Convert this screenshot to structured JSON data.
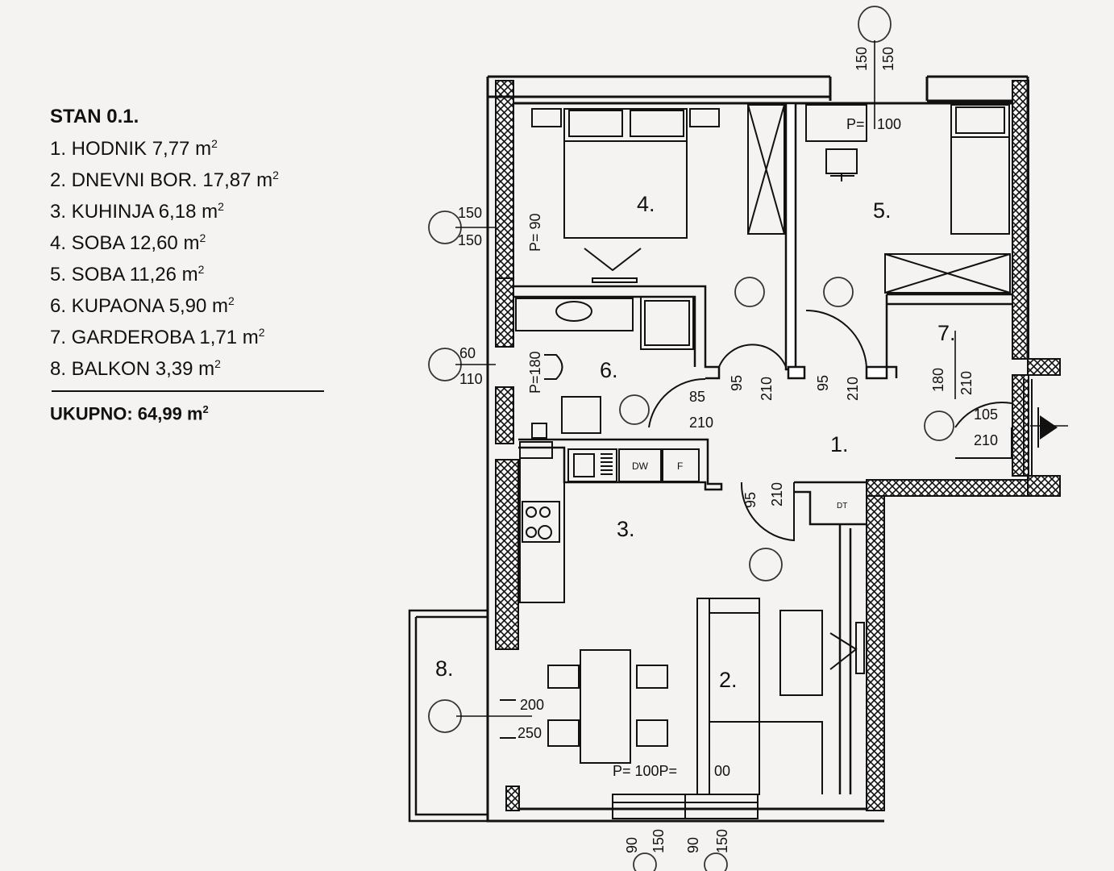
{
  "legend": {
    "title": "STAN 0.1.",
    "rooms": [
      {
        "label": "1. HODNIK 7,77 m",
        "sup": "2"
      },
      {
        "label": "2. DNEVNI BOR. 17,87 m",
        "sup": "2"
      },
      {
        "label": "3. KUHINJA 6,18 m",
        "sup": "2"
      },
      {
        "label": "4. SOBA 12,60 m",
        "sup": "2"
      },
      {
        "label": "5. SOBA 11,26 m",
        "sup": "2"
      },
      {
        "label": "6. KUPAONA 5,90 m",
        "sup": "2"
      },
      {
        "label": "7. GARDEROBA 1,71 m",
        "sup": "2"
      },
      {
        "label": "8. BALKON 3,39 m",
        "sup": "2"
      }
    ],
    "total_label": "UKUPNO:  64,99 m",
    "total_sup": "2"
  },
  "plan": {
    "room_numbers": {
      "r1": "1.",
      "r2": "2.",
      "r3": "3.",
      "r4": "4.",
      "r5": "5.",
      "r6": "6.",
      "r7": "7.",
      "r8": "8."
    },
    "appliances": {
      "dw": "DW",
      "f": "F",
      "dt": "DT"
    },
    "dims": {
      "top_win_a": "150",
      "top_win_b": "150",
      "p100_top": "P=",
      "p100_top_b": "100",
      "left_win_a": "150",
      "left_win_b": "150",
      "p90_left": "P= 90",
      "bath_win_a": "60",
      "bath_win_b": "110",
      "p180": "P=180",
      "d85": "85",
      "d210a": "210",
      "d95a": "95",
      "d210b": "210",
      "d95b": "95",
      "d210c": "210",
      "d180": "180",
      "d210d": "210",
      "d105": "105",
      "d210e": "210",
      "d95c": "95",
      "d210f": "210",
      "balc_a": "200",
      "balc_b": "250",
      "p100_bottom": "P= 100P=",
      "p100_bottom_b": "00",
      "bot_a1": "90",
      "bot_a2": "150",
      "bot_b1": "90",
      "bot_b2": "150"
    }
  }
}
